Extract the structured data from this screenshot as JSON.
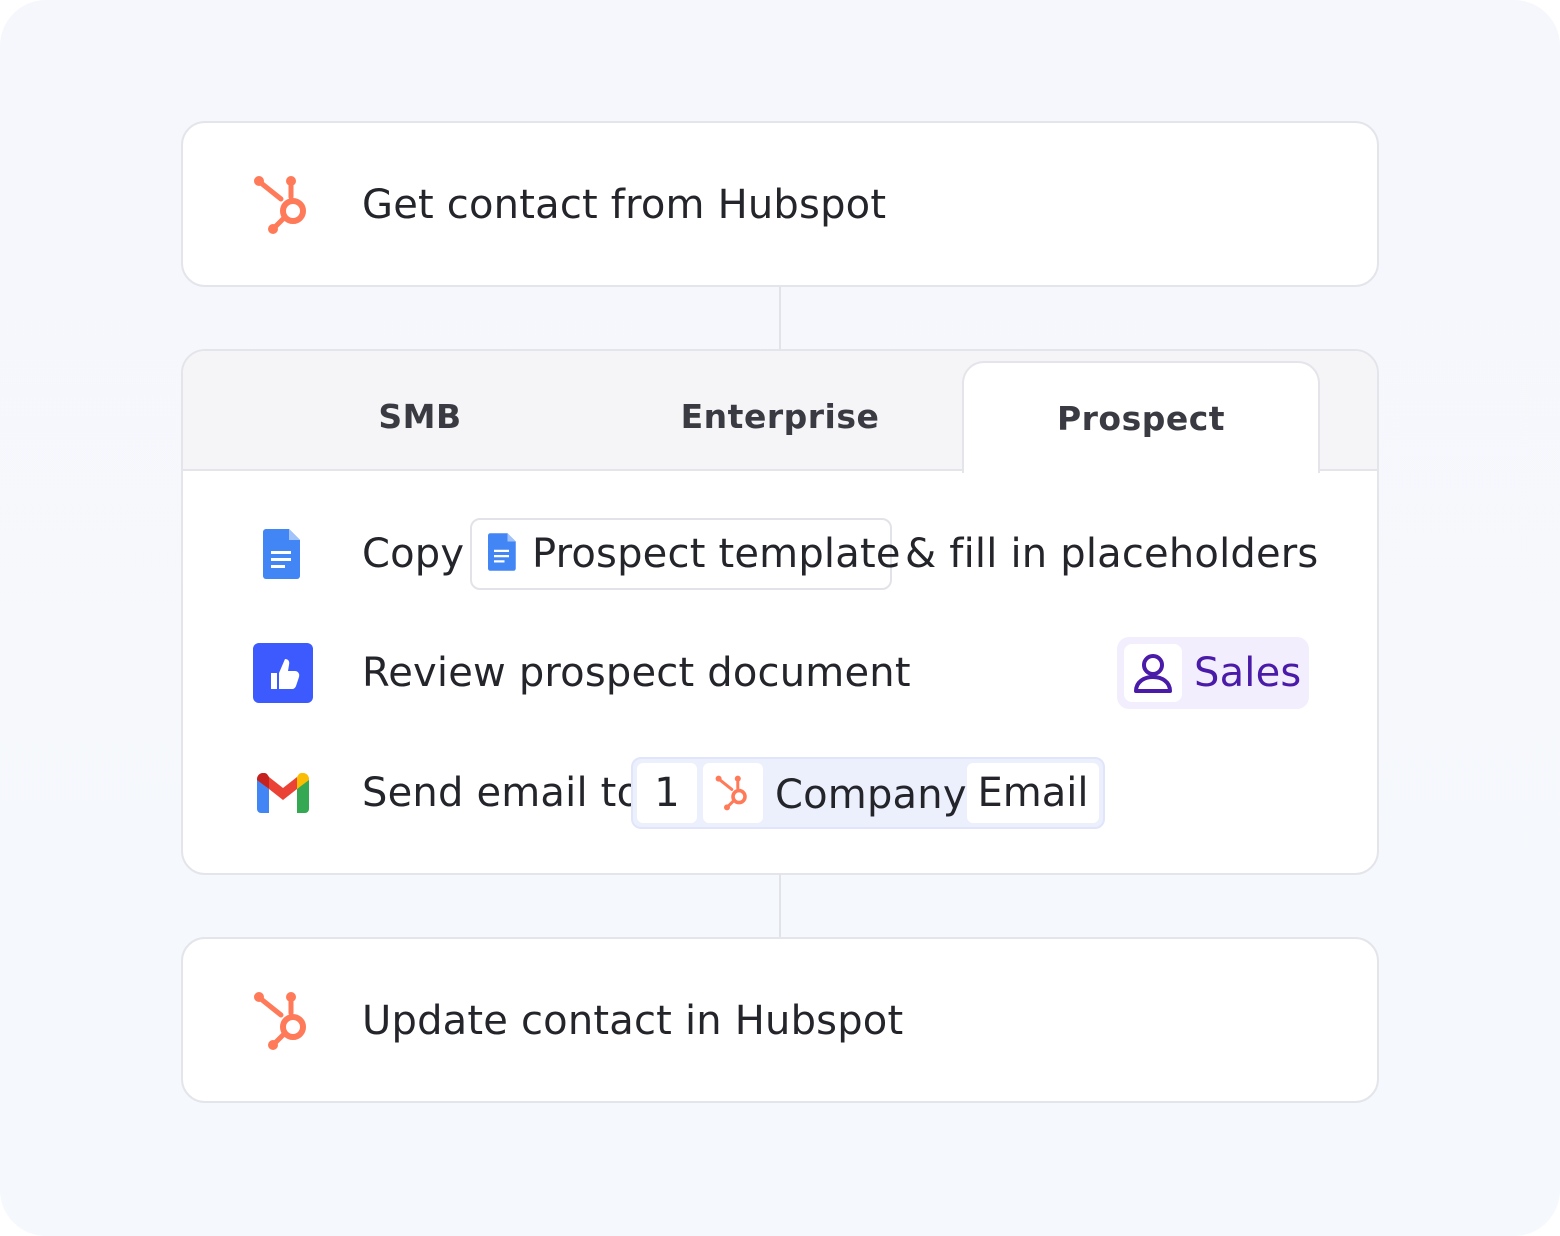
{
  "steps": {
    "get_contact": {
      "label": "Get contact from Hubspot",
      "icon": "hubspot-icon"
    },
    "update_contact": {
      "label": "Update contact in Hubspot",
      "icon": "hubspot-icon"
    }
  },
  "branch": {
    "tabs": [
      {
        "label": "SMB",
        "active": false
      },
      {
        "label": "Enterprise",
        "active": false
      },
      {
        "label": "Prospect",
        "active": true
      }
    ],
    "rows": {
      "copy": {
        "icon": "google-docs-icon",
        "prefix": "Copy",
        "chip_label": "Prospect template",
        "chip_icon": "google-docs-icon",
        "suffix": "& fill in placeholders"
      },
      "review": {
        "icon": "thumbs-up-icon",
        "label": "Review prospect document",
        "assignee_icon": "user-icon",
        "assignee": "Sales"
      },
      "email": {
        "icon": "gmail-icon",
        "prefix": "Send email to",
        "step_number": "1",
        "source_icon": "hubspot-icon",
        "object": "Company",
        "field": "Email"
      }
    }
  },
  "colors": {
    "hubspot": "#ff7a59",
    "docs_blue": "#4285f4",
    "approval_blue": "#3d5afe",
    "sales_purple": "#4a1aa8",
    "sales_bg": "#f3eefd"
  }
}
